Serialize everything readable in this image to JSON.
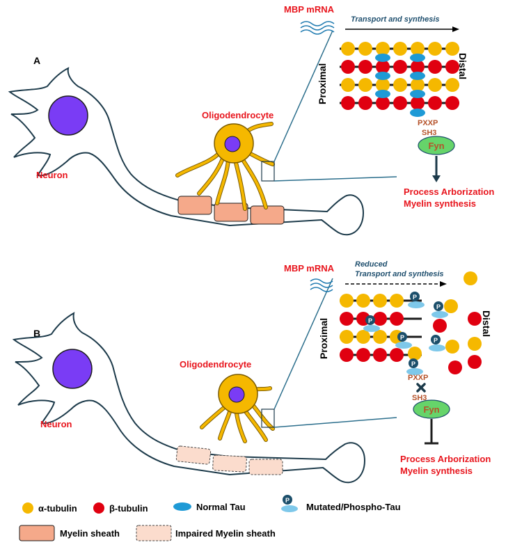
{
  "panel_a": {
    "letter": "A",
    "neuron": "Neuron",
    "oligodendrocyte": "Oligodendrocyte",
    "mbp_mrna": "MBP mRNA",
    "transport": "Transport and synthesis",
    "proximal": "Proximal",
    "distal": "Distal",
    "pxxp": "PXXP",
    "sh3": "SH3",
    "fyn": "Fyn",
    "outcome_1": "Process Arborization",
    "outcome_2": "Myelin synthesis"
  },
  "panel_b": {
    "letter": "B",
    "neuron": "Neuron",
    "oligodendrocyte": "Oligodendrocyte",
    "mbp_mrna": "MBP mRNA",
    "transport_1": "Reduced",
    "transport_2": "Transport and synthesis",
    "proximal": "Proximal",
    "distal": "Distal",
    "pxxp": "PXXP",
    "sh3": "SH3",
    "fyn": "Fyn",
    "phospho": "P",
    "outcome_1": "Process Arborization",
    "outcome_2": "Myelin synthesis"
  },
  "legend": {
    "alpha": "α-tubulin",
    "beta": "β-tubulin",
    "tau": "Normal Tau",
    "phospho_tau": "Mutated/Phospho-Tau",
    "phospho_symbol": "P",
    "myelin": "Myelin sheath",
    "impaired": "Impaired Myelin sheath"
  },
  "colors": {
    "alpha_tubulin": "#f5b800",
    "beta_tubulin": "#e00010",
    "normal_tau": "#1e9ad6",
    "phospho_tau": "#7ec8ea",
    "phospho_badge": "#1c4f6b",
    "myelin": "#f5a98a",
    "impaired_myelin": "#fbdccd",
    "neuron_nucleus": "#7a3cf5",
    "oligo_body": "#f5b800",
    "fyn": "#66d46a",
    "label_red": "#e8141c"
  },
  "icons": {
    "mrna": "wavy-lines-icon",
    "block": "x-cross-icon",
    "inhibit": "t-bar-inhibition-icon"
  }
}
